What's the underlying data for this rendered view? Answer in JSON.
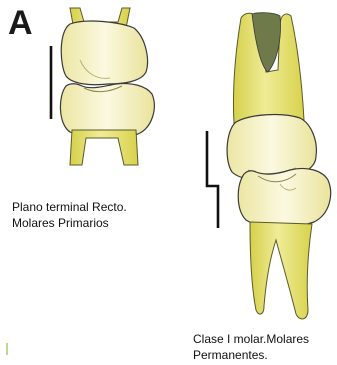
{
  "panel_label": "A",
  "captions": {
    "primary": {
      "line1": "Plano terminal Recto.",
      "line2": "Molares Primarios"
    },
    "permanent": {
      "line1": "Clase I molar.Molares",
      "line2": "Permanentes."
    }
  },
  "colors": {
    "tooth_fill": "#f3efb4",
    "tooth_highlight": "#fbf9e1",
    "root_fill": "#e8e36e",
    "root_shadow": "#d2cc3c",
    "pulp": "#6e7a4a",
    "outline": "#3a3a3a",
    "reference_line": "#111111",
    "stray_mark": "#9ecb5a"
  }
}
